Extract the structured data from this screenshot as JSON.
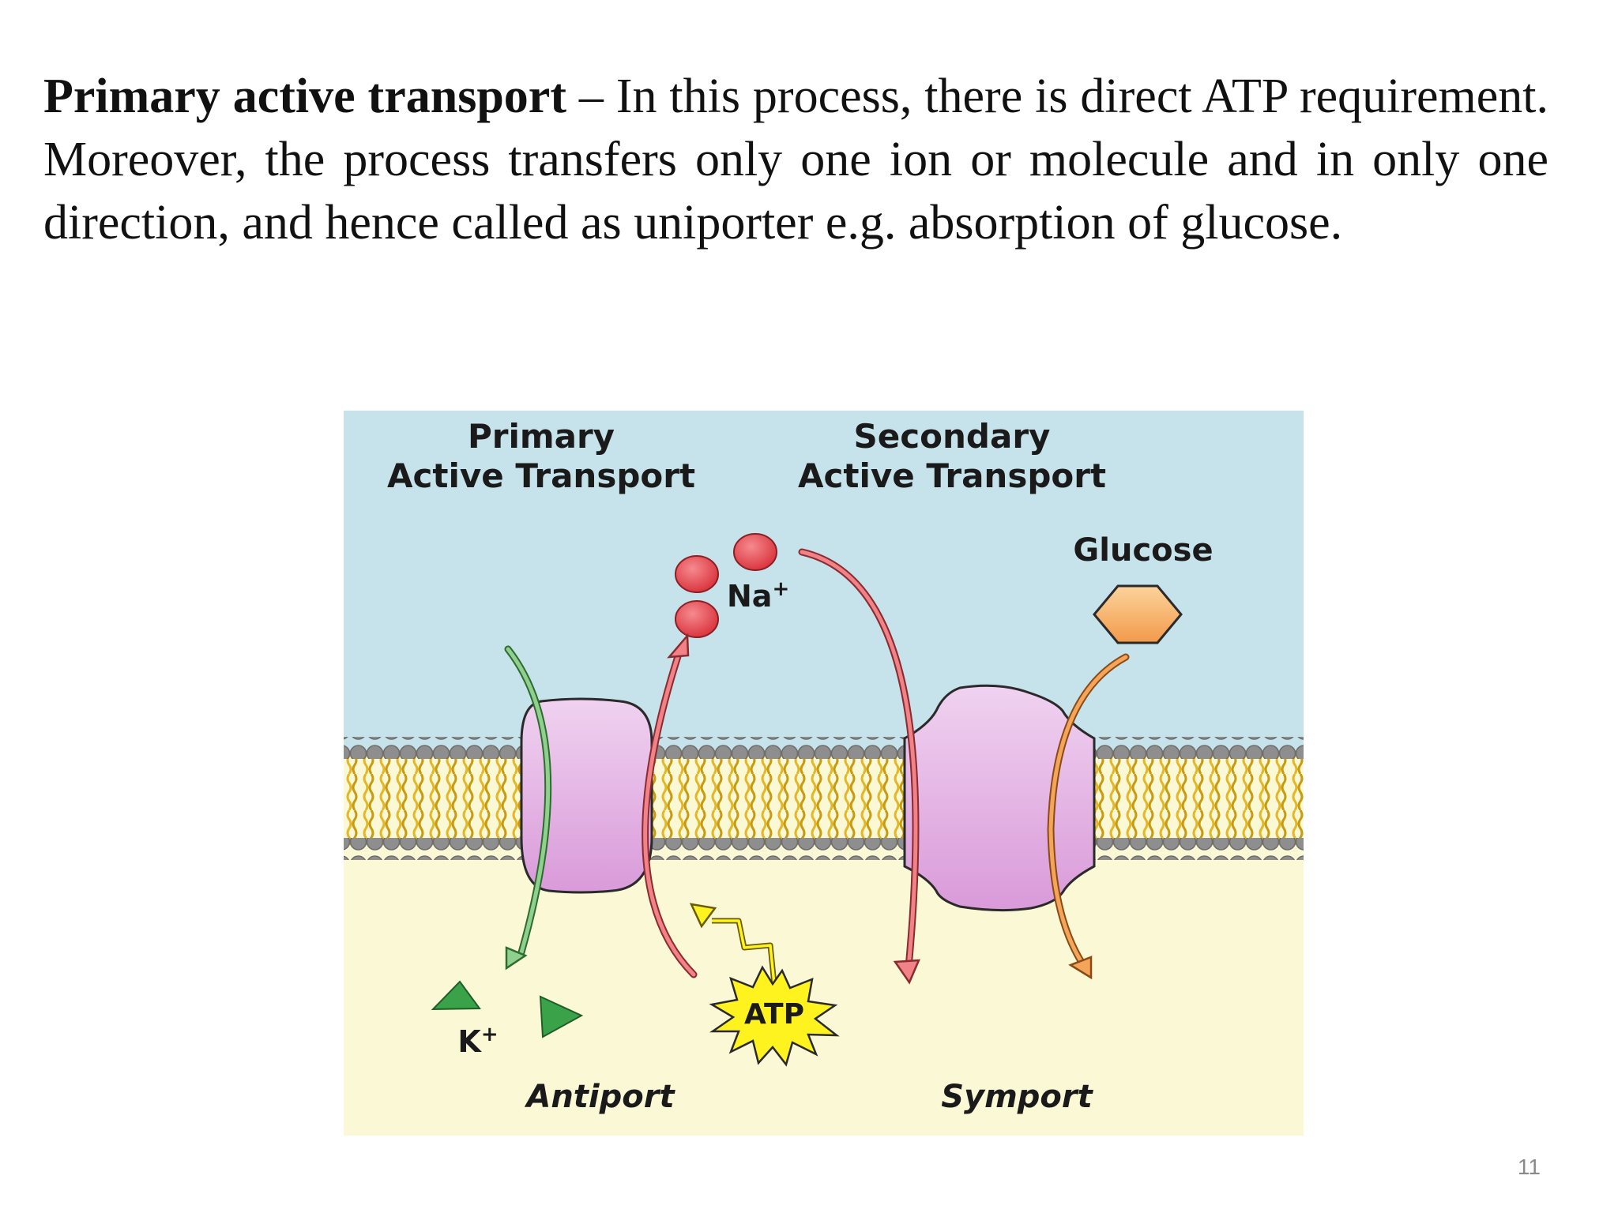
{
  "paragraph": {
    "term": "Primary active transport",
    "text": " – In this process, there is direct ATP requirement. Moreover, the process transfers only one ion or molecule and in only one direction, and hence called as uniporter e.g. absorption of glucose."
  },
  "figure": {
    "primary_heading": [
      "Primary",
      "Active Transport"
    ],
    "secondary_heading": [
      "Secondary",
      "Active Transport"
    ],
    "glucose_label": "Glucose",
    "sodium_label": "Na",
    "sodium_charge": "+",
    "potassium_label": "K",
    "potassium_charge": "+",
    "atp_label": "ATP",
    "antiport_label": "Antiport",
    "symport_label": "Symport",
    "colors": {
      "extracellular": "#c6e2ea",
      "intracellular": "#fbf8d6",
      "protein": "#e6b8e6",
      "lipid_tail": "#e3b728",
      "lipid_head": "#8e8e8e",
      "sodium": "#e8474f",
      "potassium": "#3aa34a",
      "glucose": "#f5a55a",
      "atp": "#fff31f"
    }
  },
  "page_number": "11"
}
